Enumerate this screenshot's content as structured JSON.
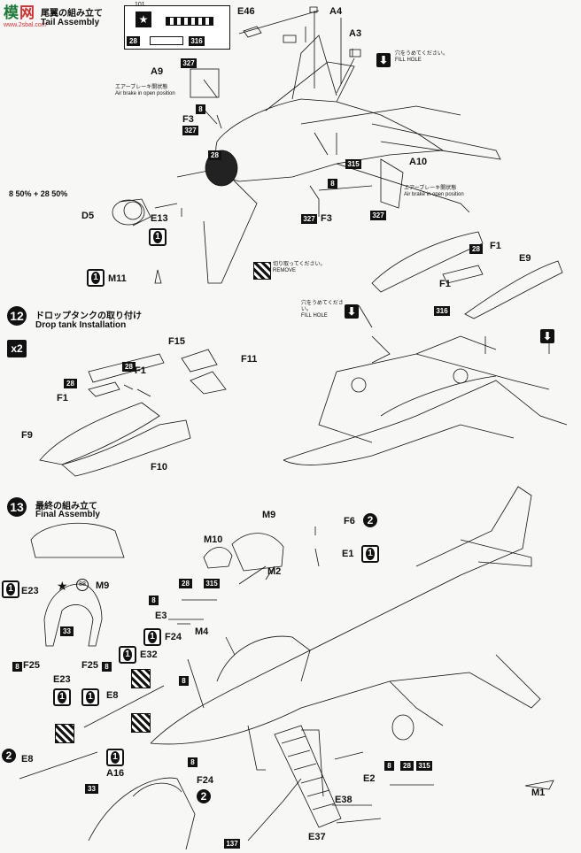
{
  "watermark": {
    "text": "www.2sbal.com"
  },
  "step_tail": {
    "title_jp": "尾翼の組み立て",
    "title_en": "Tail Assembly"
  },
  "step12": {
    "number": "12",
    "title_jp": "ドロップタンクの取り付け",
    "title_en": "Drop tank  Installation",
    "multiplier": "x2"
  },
  "step13": {
    "number": "13",
    "title_jp": "最終の組み立て",
    "title_en": "Final Assembly"
  },
  "notes": {
    "fill_hole_jp": "穴をうめてください。",
    "fill_hole_en": "FILL HOLE",
    "air_brake_jp": "エアーブレーキ開状態",
    "air_brake_en": "Air brake in open position",
    "remove_jp": "切り取ってください。",
    "remove_en": "REMOVE",
    "mix": "8 50% + 28 50%"
  },
  "labels": {
    "E46": "E46",
    "A4": "A4",
    "A3": "A3",
    "A9": "A9",
    "F3a": "F3",
    "F3b": "F3",
    "A10": "A10",
    "D5": "D5",
    "E13": "E13",
    "M11": "M11",
    "F1a": "F1",
    "F1b": "F1",
    "E9": "E9",
    "F15": "F15",
    "F11": "F11",
    "F1c": "F1",
    "F1d": "F1",
    "F9": "F9",
    "F10": "F10",
    "M9top": "M9",
    "F6": "F6",
    "M10": "M10",
    "E1": "E1",
    "M2": "M2",
    "E23a": "E23",
    "M9": "M9",
    "E3": "E3",
    "M4": "M4",
    "F24a": "F24",
    "E32": "E32",
    "F25a": "F25",
    "F25b": "F25",
    "E23b": "E23",
    "E8a": "E8",
    "E8b": "E8",
    "A16": "A16",
    "F24b": "F24",
    "E2": "E2",
    "E38": "E38",
    "E37": "E37",
    "M1": "M1"
  },
  "paint_codes": [
    "8",
    "28",
    "315",
    "316",
    "327",
    "33",
    "137",
    "101",
    "88"
  ],
  "badges": {
    "b28a": "28",
    "b316a": "316",
    "b327a": "327",
    "b8a": "8",
    "b327b": "327",
    "b28b": "28",
    "b315a": "315",
    "b8b": "8",
    "b327c": "327",
    "b327d": "327",
    "b8c": "8",
    "b28c": "28",
    "b28d": "28",
    "b316b": "316",
    "b28e": "28",
    "b8d": "8",
    "b28f": "28",
    "b315b": "315",
    "b8e": "8",
    "b33a": "33",
    "b8f": "8",
    "b8g": "8",
    "b8h": "8",
    "b28g": "28",
    "b315c": "315",
    "b33b": "33",
    "b137": "137",
    "b101": "101",
    "b88": "88"
  },
  "qty": {
    "two_a": "2",
    "two_b": "2",
    "two_c": "2",
    "one": "1"
  }
}
